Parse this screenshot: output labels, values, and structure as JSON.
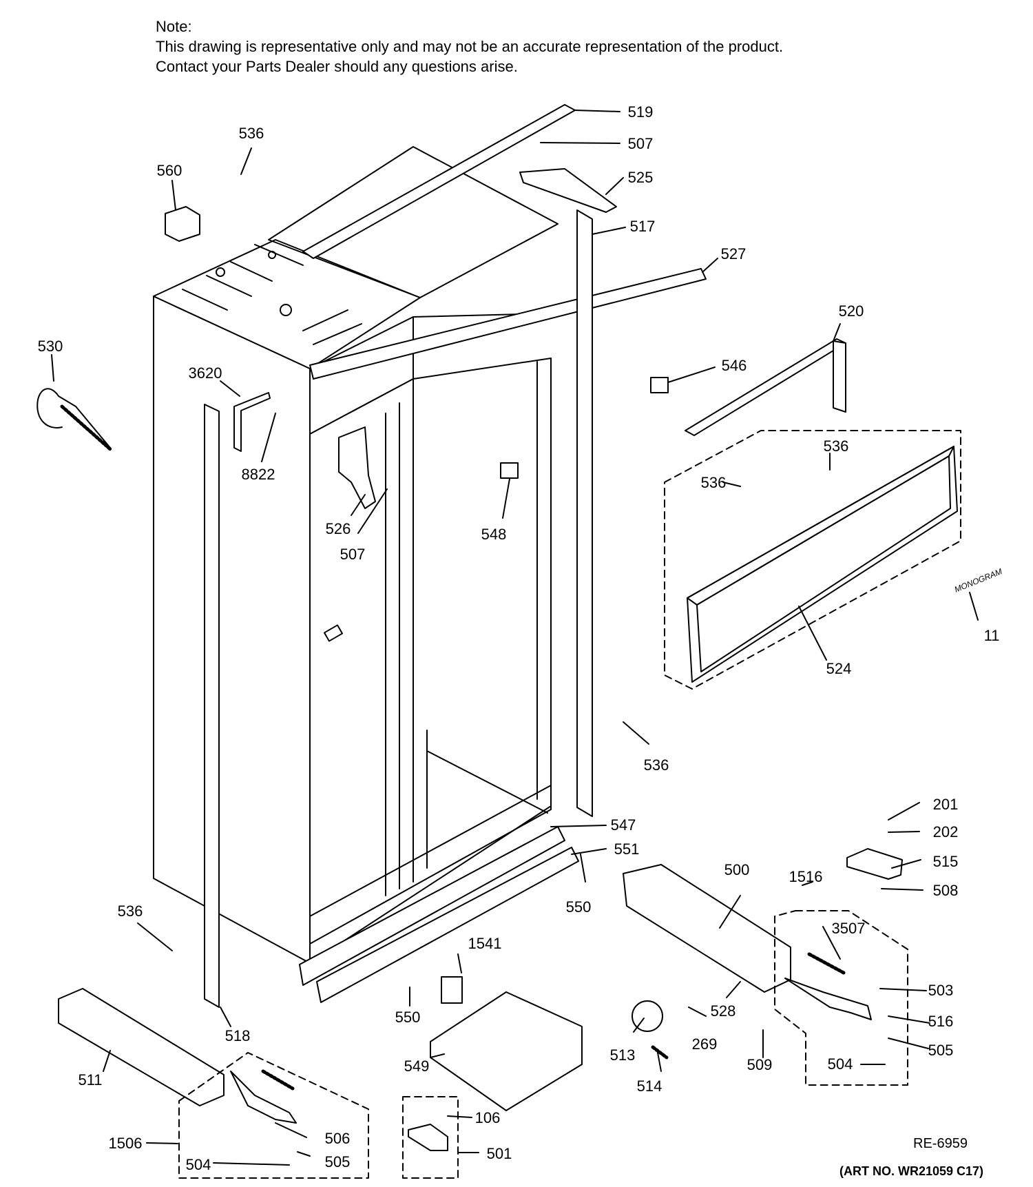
{
  "note": {
    "heading": "Note:",
    "line1": "This drawing is representative only and may not be an accurate representation of the product.",
    "line2": "Contact your Parts Dealer should any questions arise."
  },
  "labels": {
    "l519": "519",
    "l507a": "507",
    "l536a": "536",
    "l560": "560",
    "l525": "525",
    "l517": "517",
    "l527": "527",
    "l530": "530",
    "l520": "520",
    "l3620": "3620",
    "l546": "546",
    "l8822": "8822",
    "l536b": "536",
    "l536c": "536",
    "l526": "526",
    "l507b": "507",
    "l548": "548",
    "l11": "11",
    "l524": "524",
    "l536d": "536",
    "l547": "547",
    "l201": "201",
    "l202": "202",
    "l551": "551",
    "l515": "515",
    "l500": "500",
    "l1516": "1516",
    "l508": "508",
    "l550a": "550",
    "l536e": "536",
    "l3507": "3507",
    "l1541": "1541",
    "l503": "503",
    "l528": "528",
    "l550b": "550",
    "l518": "518",
    "l516": "516",
    "l269": "269",
    "l513": "513",
    "l509": "509",
    "l505a": "505",
    "l511": "511",
    "l549": "549",
    "l504a": "504",
    "l514": "514",
    "l106": "106",
    "l506": "506",
    "l1506": "1506",
    "l501": "501",
    "l504b": "504",
    "l505b": "505"
  },
  "monogram": "MONOGRAM",
  "footer": {
    "ref": "RE-6959",
    "art_no": "(ART NO. WR21059 C17)"
  }
}
